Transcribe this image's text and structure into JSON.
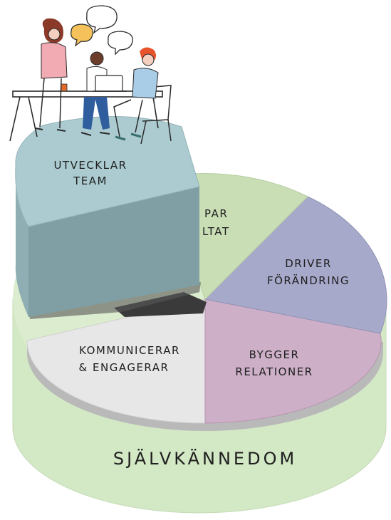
{
  "diagram": {
    "base_label": "SJÄLVKÄNNEDOM",
    "segments": [
      {
        "id": "utvecklar-team",
        "lines": [
          "UTVECKLAR",
          "TEAM"
        ],
        "color": "#a9c9cf",
        "side_color": "#7d9ca2",
        "lifted": true
      },
      {
        "id": "skapar-resultat",
        "lines": [
          "PAR",
          "LTAT"
        ],
        "color": "#c9dcb4",
        "partially_hidden": true
      },
      {
        "id": "driver-forandring",
        "lines": [
          "DRIVER",
          "FÖRÄNDRING"
        ],
        "color": "#a5a7c9"
      },
      {
        "id": "bygger-relationer",
        "lines": [
          "BYGGER",
          "RELATIONER"
        ],
        "color": "#cbaec6"
      },
      {
        "id": "kommunicerar-engagerar",
        "lines": [
          "KOMMUNICERAR",
          "& ENGAGERAR"
        ],
        "color": "#e6e6e6"
      }
    ],
    "base_color": "#d6e9c8",
    "base_side_color": "#cfe5c1",
    "illustration": {
      "subject": "three people working together at a table with speech bubbles",
      "icons": [
        "speech-bubble-icon",
        "laptop-icon",
        "chair-icon",
        "table-icon",
        "coffee-cup-icon"
      ]
    }
  }
}
